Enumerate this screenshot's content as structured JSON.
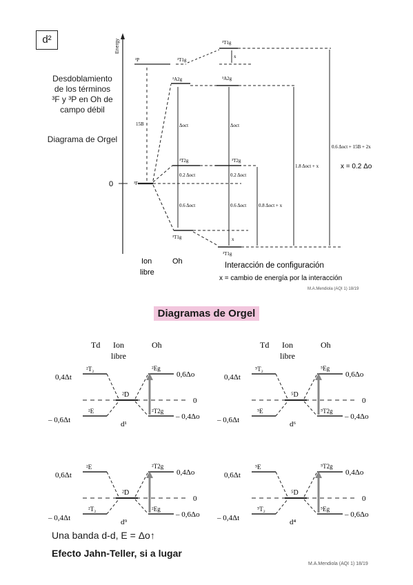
{
  "top": {
    "box_label": "d²",
    "side_lines": [
      "Desdoblamiento",
      "de los términos",
      "³F y ³P en Oh de",
      "campo débil"
    ],
    "orgel_label": "Diagrama de Orgel",
    "zero": "0",
    "energy_axis": "Energy",
    "terms": {
      "P": "³P",
      "F": "³F",
      "T1g_top": "³T1g",
      "T1g_right": "³T1g",
      "A2g_left": "³A2g",
      "A2g_right": "³A2g",
      "T2g_left": "³T2g",
      "T2g_right": "³T2g",
      "T1g_low_left": "³T1g",
      "T1g_low_right": "³T1g"
    },
    "labels": {
      "b15": "15B",
      "x1": "x",
      "x2": "x",
      "doct1": "Δoct",
      "doct2": "Δoct",
      "p02_1": "0.2 Δoct",
      "p02_2": "0.2 Δoct",
      "p06_1": "0.6 Δoct",
      "p06_2": "0.6 Δoct",
      "p08": "0.8 Δoct + x",
      "p18": "1.8 Δoct + x",
      "p06b": "0.6 Δoct + 15B + 2x",
      "xeq": "x = 0.2 Δo"
    },
    "ion_libre": [
      "Ion",
      "libre"
    ],
    "oh": "Oh",
    "interaction": "Interacción de configuración",
    "x_def": "x = cambio de energía por la interacción",
    "footer": "M.A.Mendiola (AQI 1) 18/19"
  },
  "heading": "Diagramas de Orgel",
  "panels": [
    {
      "header": [
        "Td",
        "Ion",
        "libre",
        "Oh"
      ],
      "lt_top": "0,4Δt",
      "lt_bot": "– 0,6Δt",
      "td_top": "²T₂",
      "td_bot": "²E",
      "center": "²D",
      "oh_top": "²Eg",
      "oh_bot": "²T2g",
      "rt_top": "0,6Δo",
      "rt_bot": "– 0,4Δo",
      "zero": "0",
      "config": "d¹"
    },
    {
      "header": [
        "Td",
        "Ion",
        "libre",
        "Oh"
      ],
      "lt_top": "0,4Δt",
      "lt_bot": "– 0,6Δt",
      "td_top": "⁵T₂",
      "td_bot": "⁵E",
      "center": "⁵D",
      "oh_top": "⁵Eg",
      "oh_bot": "⁵T2g",
      "rt_top": "0,6Δo",
      "rt_bot": "– 0,4Δo",
      "zero": "0",
      "config": "d⁶"
    },
    {
      "lt_top": "0,6Δt",
      "lt_bot": "– 0,4Δt",
      "td_top": "²E",
      "td_bot": "²T₂",
      "center": "²D",
      "oh_top": "²T2g",
      "oh_bot": "²Eg",
      "rt_top": "0,4Δo",
      "rt_bot": "– 0,6Δo",
      "zero": "0",
      "config": "d⁹"
    },
    {
      "lt_top": "0,6Δt",
      "lt_bot": "– 0,4Δt",
      "td_top": "⁵E",
      "td_bot": "⁵T₂",
      "center": "⁵D",
      "oh_top": "⁵T2g",
      "oh_bot": "⁵Eg",
      "rt_top": "0,4Δo",
      "rt_bot": "– 0,6Δo",
      "zero": "0",
      "config": "d⁴"
    }
  ],
  "bottom": {
    "line1": "Una banda d-d, E = Δo↑",
    "line2": "Efecto Jahn-Teller, si a lugar",
    "footer": "M.A.Mendiola (AQI 1) 18/19"
  }
}
